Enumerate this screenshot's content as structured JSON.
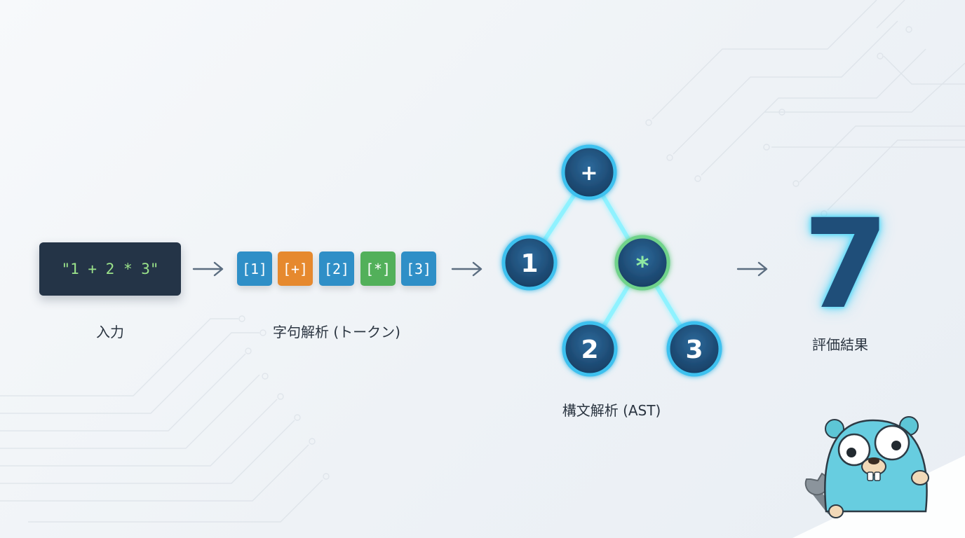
{
  "input": {
    "expression": "\"1 + 2 * 3\"",
    "caption": "入力"
  },
  "lexer": {
    "caption": "字句解析 (トークン)",
    "tokens": [
      {
        "label": "[1]",
        "color": "#2f8fc7"
      },
      {
        "label": "[+]",
        "color": "#e6892e"
      },
      {
        "label": "[2]",
        "color": "#2f8fc7"
      },
      {
        "label": "[*]",
        "color": "#52b05a"
      },
      {
        "label": "[3]",
        "color": "#2f8fc7"
      }
    ]
  },
  "ast": {
    "caption": "構文解析 (AST)",
    "nodes": {
      "root": "+",
      "left": "1",
      "right": "*",
      "right_left": "2",
      "right_right": "3"
    }
  },
  "evaluation": {
    "result": "7",
    "caption": "評価結果"
  },
  "colors": {
    "node_fill": "#1f4f79",
    "node_ring": "#3ec1ef",
    "node_ring_operator": "#6fd38a",
    "edge_glow": "#8ff2ff",
    "arrow": "#5b6d80"
  },
  "mascot": "gopher-with-wrench"
}
